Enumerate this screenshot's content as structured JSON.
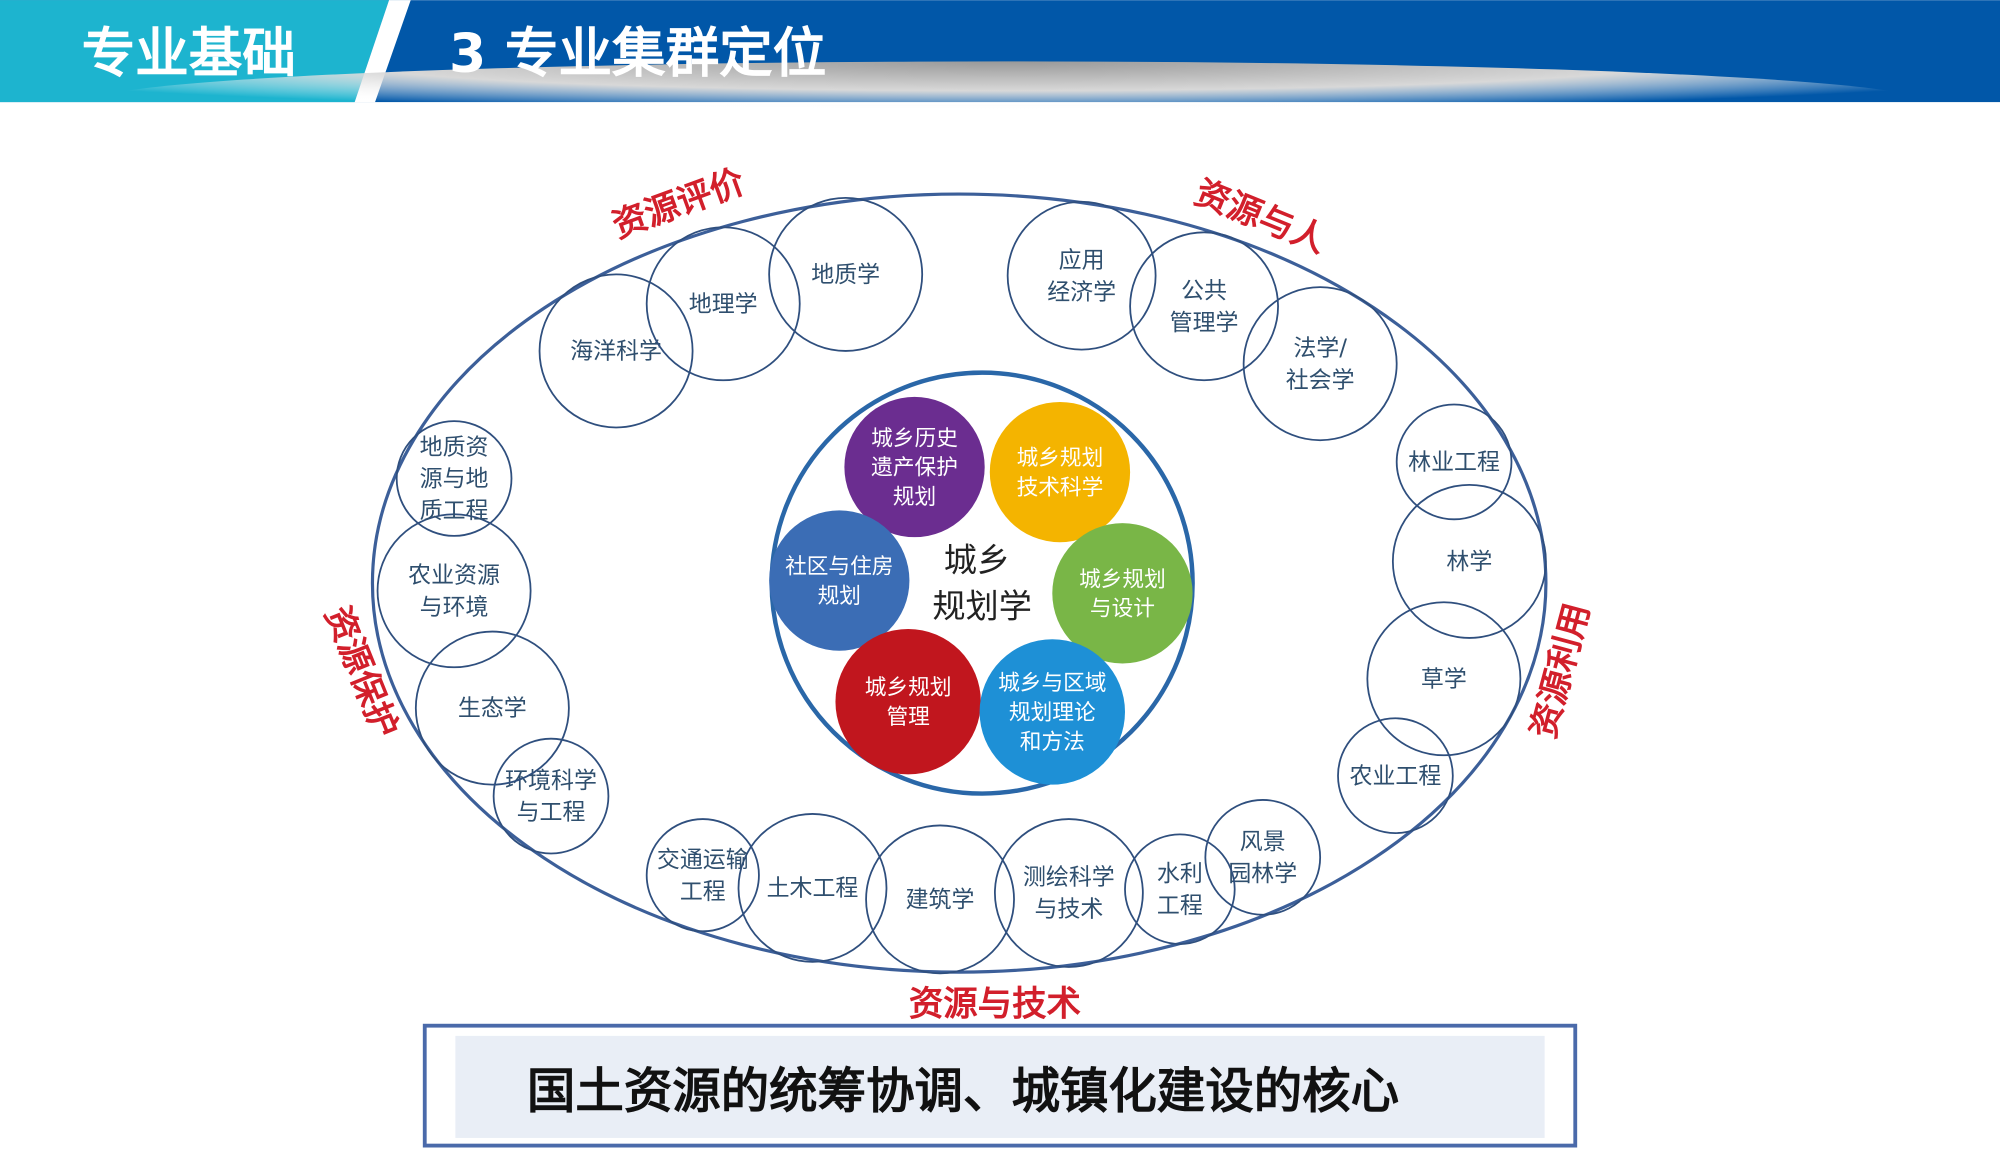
{
  "header": {
    "section": "专业基础",
    "title": "3 专业集群定位"
  },
  "ring_labels": {
    "top_left": "资源评价",
    "top_right": "资源与人",
    "left": "资源保护",
    "right": "资源利用",
    "bottom": "资源与技术"
  },
  "outer_disciplines": [
    {
      "lines": [
        "海洋科学"
      ]
    },
    {
      "lines": [
        "地理学"
      ]
    },
    {
      "lines": [
        "地质学"
      ]
    },
    {
      "lines": [
        "应用",
        "经济学"
      ]
    },
    {
      "lines": [
        "公共",
        "管理学"
      ]
    },
    {
      "lines": [
        "法学/",
        "社会学"
      ]
    },
    {
      "lines": [
        "林业工程"
      ]
    },
    {
      "lines": [
        "林学"
      ]
    },
    {
      "lines": [
        "草学"
      ]
    },
    {
      "lines": [
        "农业工程"
      ]
    },
    {
      "lines": [
        "风景",
        "园林学"
      ]
    },
    {
      "lines": [
        "水利",
        "工程"
      ]
    },
    {
      "lines": [
        "测绘科学",
        "与技术"
      ]
    },
    {
      "lines": [
        "建筑学"
      ]
    },
    {
      "lines": [
        "土木工程"
      ]
    },
    {
      "lines": [
        "交通运输",
        "工程"
      ]
    },
    {
      "lines": [
        "环境科学",
        "与工程"
      ]
    },
    {
      "lines": [
        "生态学"
      ]
    },
    {
      "lines": [
        "农业资源",
        "与环境"
      ]
    },
    {
      "lines": [
        "地质资",
        "源与地",
        "质工程"
      ]
    }
  ],
  "core": {
    "lines": [
      "城乡",
      "规划学"
    ]
  },
  "core_areas": [
    {
      "lines": [
        "城乡历史",
        "遗产保护",
        "规划"
      ],
      "color": "#6b2d90"
    },
    {
      "lines": [
        "城乡规划",
        "技术科学"
      ],
      "color": "#f4b400"
    },
    {
      "lines": [
        "社区与住房",
        "规划"
      ],
      "color": "#3b6db5"
    },
    {
      "lines": [
        "城乡规划",
        "与设计"
      ],
      "color": "#79b647"
    },
    {
      "lines": [
        "城乡规划",
        "管理"
      ],
      "color": "#c1161e"
    },
    {
      "lines": [
        "城乡与区域",
        "规划理论",
        "和方法"
      ],
      "color": "#1e90d6"
    }
  ],
  "summary": "国土资源的统筹协调、城镇化建设的核心"
}
